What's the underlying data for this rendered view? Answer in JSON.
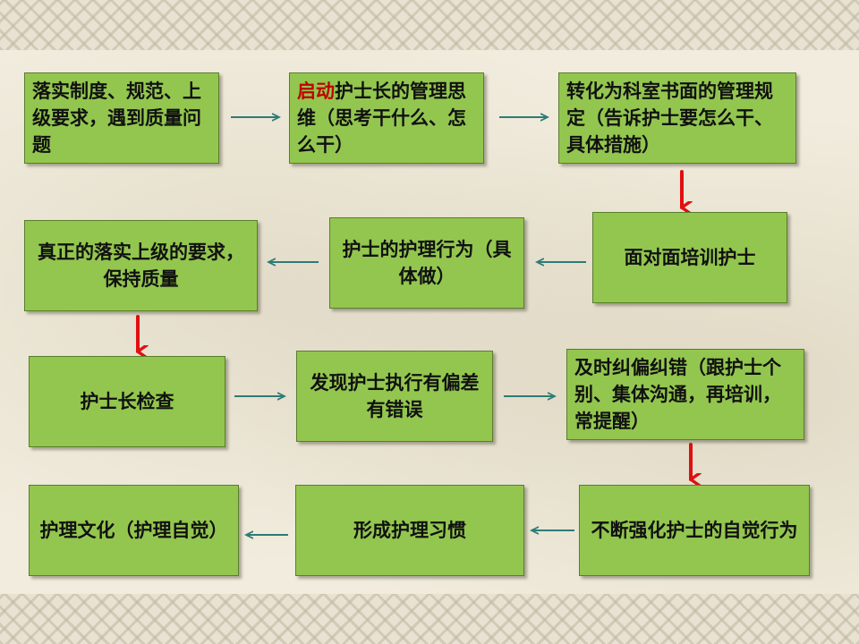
{
  "steps": {
    "s1": {
      "text": "落实制度、规范、上级要求，遇到质量问题"
    },
    "s2": {
      "highlight": "启动",
      "text": "护士长的管理思维（思考干什么、怎么干）"
    },
    "s3": {
      "text": "转化为科室书面的管理规定（告诉护士要怎么干、具体措施）"
    },
    "s4": {
      "text": "面对面培训护士"
    },
    "s5": {
      "text": "护士的护理行为（具体做）"
    },
    "s6": {
      "text": "真正的落实上级的要求，保持质量"
    },
    "s7": {
      "text": "护士长检查"
    },
    "s8": {
      "text": "发现护士执行有偏差有错误"
    },
    "s9": {
      "text": "及时纠偏纠错（跟护士个别、集体沟通，再培训，常提醒）"
    },
    "s10": {
      "text": "不断强化护士的自觉行为"
    },
    "s11": {
      "text": "形成护理习惯"
    },
    "s12": {
      "text": "护理文化（护理自觉）"
    }
  },
  "colors": {
    "box_fill": "#93c64f",
    "arrow_teal": "#2e7b76",
    "arrow_red": "#e01010",
    "highlight_text": "#c00000"
  }
}
